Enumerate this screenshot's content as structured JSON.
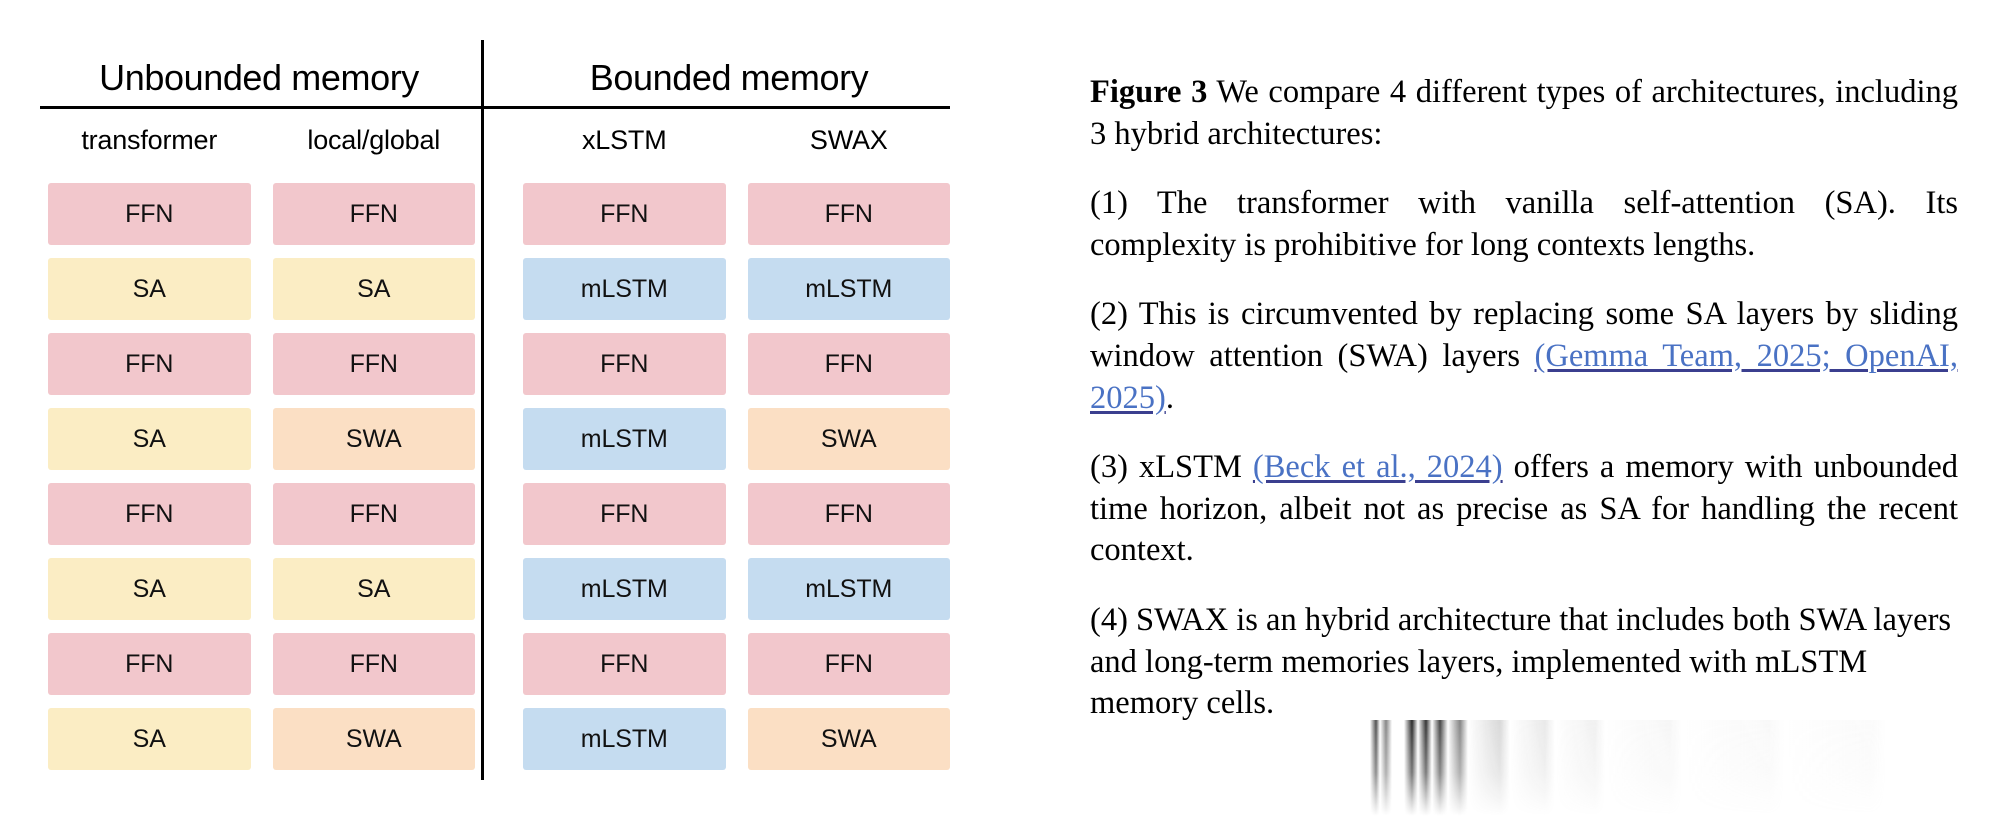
{
  "figure": {
    "label": "Figure 3",
    "intro": " We compare 4 different types of architectures, including 3 hybrid architectures:",
    "paragraphs": [
      {
        "id": "p1",
        "pre": "(1) The transformer with vanilla self-attention (SA). Its complexity is prohibitive for long contexts lengths.",
        "link": "",
        "post": ""
      },
      {
        "id": "p2",
        "pre": "(2) This is circumvented by replacing some SA layers by sliding window attention (SWA) layers ",
        "link": "(Gemma Team, 2025; OpenAI, 2025)",
        "post": "."
      },
      {
        "id": "p3",
        "pre": "(3) xLSTM ",
        "link": "(Beck et al., 2024)",
        "post": " offers a memory with unbounded time horizon, albeit not as precise as SA for handling the recent context."
      },
      {
        "id": "p4",
        "pre": "(4) SWAX is an hybrid architecture that includes both SWA layers and long-term memories layers, implemented with mLSTM memory cells.",
        "link": "",
        "post": ""
      }
    ]
  },
  "chart_data": {
    "type": "table",
    "title": "",
    "groups": [
      {
        "label": "Unbounded memory",
        "columns": [
          "transformer",
          "local/global"
        ]
      },
      {
        "label": "Bounded memory",
        "columns": [
          "xLSTM",
          "SWAX"
        ]
      }
    ],
    "columns": [
      {
        "name": "transformer",
        "group": "Unbounded memory",
        "blocks": [
          "FFN",
          "SA",
          "FFN",
          "SA",
          "FFN",
          "SA",
          "FFN",
          "SA"
        ]
      },
      {
        "name": "local/global",
        "group": "Unbounded memory",
        "blocks": [
          "FFN",
          "SA",
          "FFN",
          "SWA",
          "FFN",
          "SA",
          "FFN",
          "SWA"
        ]
      },
      {
        "name": "xLSTM",
        "group": "Bounded memory",
        "blocks": [
          "FFN",
          "mLSTM",
          "FFN",
          "mLSTM",
          "FFN",
          "mLSTM",
          "FFN",
          "mLSTM"
        ]
      },
      {
        "name": "SWAX",
        "group": "Bounded memory",
        "blocks": [
          "FFN",
          "mLSTM",
          "FFN",
          "SWA",
          "FFN",
          "mLSTM",
          "FFN",
          "SWA"
        ]
      }
    ],
    "block_colors": {
      "FFN": "#f2c7cc",
      "SA": "#fbedc4",
      "SWA": "#fbdfc4",
      "mLSTM": "#c5dcf0"
    },
    "n_rows": 8,
    "n_columns": 4,
    "link_color": "#4a72c4"
  }
}
